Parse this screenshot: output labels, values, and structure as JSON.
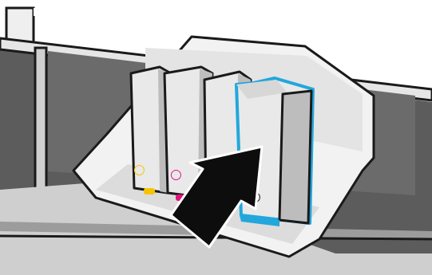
{
  "illustration": {
    "subject": "printer-ink-cartridge-installation",
    "colors": {
      "outline": "#1a1a1a",
      "printer_dark": "#555555",
      "printer_mid": "#b7b7b7",
      "printer_light": "#eeeeee",
      "cartridge_body": "#e9e9e9",
      "cartridge_shade": "#bdbdbd",
      "yellow": "#f5c400",
      "magenta": "#e2127a",
      "cyan": "#22a7dc",
      "black_ink": "#111111",
      "arrow": "#0d0d0d"
    },
    "cartridges": [
      {
        "name": "yellow-cartridge",
        "marker": "○",
        "color": "#f5c400"
      },
      {
        "name": "magenta-cartridge",
        "marker": "○",
        "color": "#e2127a"
      },
      {
        "name": "cyan-cartridge",
        "marker": "",
        "color": "#22a7dc"
      },
      {
        "name": "black-cartridge",
        "marker": "○",
        "color": "#111111"
      }
    ],
    "arrow": {
      "direction": "up-right",
      "icon": "insert-arrow-icon"
    }
  }
}
